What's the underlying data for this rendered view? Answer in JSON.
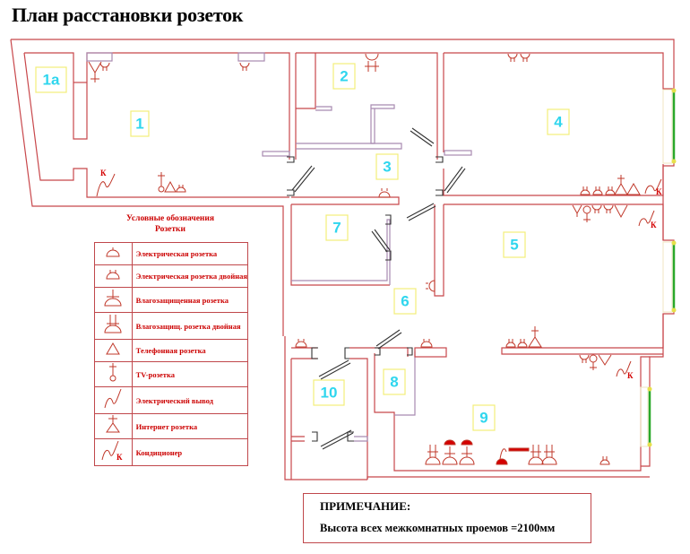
{
  "title": "План расстановки розеток",
  "rooms": [
    {
      "id": "1a",
      "label": "1а"
    },
    {
      "id": "1",
      "label": "1"
    },
    {
      "id": "2",
      "label": "2"
    },
    {
      "id": "3",
      "label": "3"
    },
    {
      "id": "4",
      "label": "4"
    },
    {
      "id": "5",
      "label": "5"
    },
    {
      "id": "6",
      "label": "6"
    },
    {
      "id": "7",
      "label": "7"
    },
    {
      "id": "8",
      "label": "8"
    },
    {
      "id": "9",
      "label": "9"
    },
    {
      "id": "10",
      "label": "10"
    }
  ],
  "conditioner_mark": "К",
  "legend": {
    "title_line1": "Условные обозначения",
    "title_line2": "Розетки",
    "items": [
      {
        "icon": "socket-icon",
        "label": "Электрическая розетка"
      },
      {
        "icon": "double-socket-icon",
        "label": "Электрическая розетка двойная"
      },
      {
        "icon": "waterproof-socket-icon",
        "label": "Влагозащищенная розетка"
      },
      {
        "icon": "waterproof-double-socket-icon",
        "label": "Влагозащищ. розетка двойная"
      },
      {
        "icon": "phone-socket-icon",
        "label": "Телефонная розетка"
      },
      {
        "icon": "tv-socket-icon",
        "label": "TV-розетка"
      },
      {
        "icon": "electric-outlet-icon",
        "label": "Электрический вывод"
      },
      {
        "icon": "internet-socket-icon",
        "label": "Интернет розетка"
      },
      {
        "icon": "conditioner-icon",
        "label": "Кондиционер"
      }
    ]
  },
  "note": {
    "heading": "ПРИМЕЧАНИЕ:",
    "text": "Высота всех межкомнатных проемов =2100мм"
  },
  "colors": {
    "walls": "#c8474b",
    "room_labels": "#2fd6ee",
    "label_boxes": "#f2ee7a",
    "windows": "#2aa82a",
    "legend_text": "#cc0000"
  }
}
